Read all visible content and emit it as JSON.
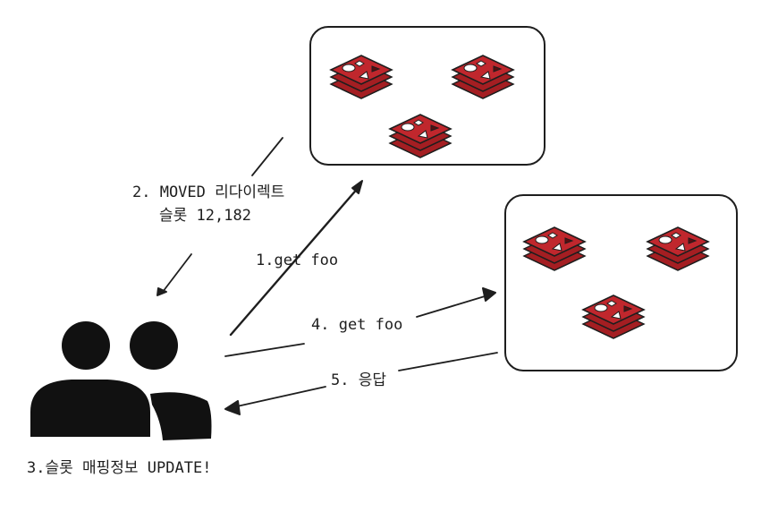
{
  "diagram": {
    "labels": {
      "moved_line1": "2. MOVED 리다이렉트",
      "moved_line2": "슬롯 12,182",
      "get_first": "1.get foo",
      "get_second": "4. get foo",
      "response": "5. 응답",
      "update": "3.슬롯 매핑정보 UPDATE!"
    },
    "icons": {
      "client": "users-icon",
      "node": "redis-stack-icon"
    },
    "colors": {
      "stroke": "#1e1e1e",
      "redis_top": "#c0272d",
      "redis_side": "#a41e22",
      "client_fill": "#111111"
    }
  }
}
